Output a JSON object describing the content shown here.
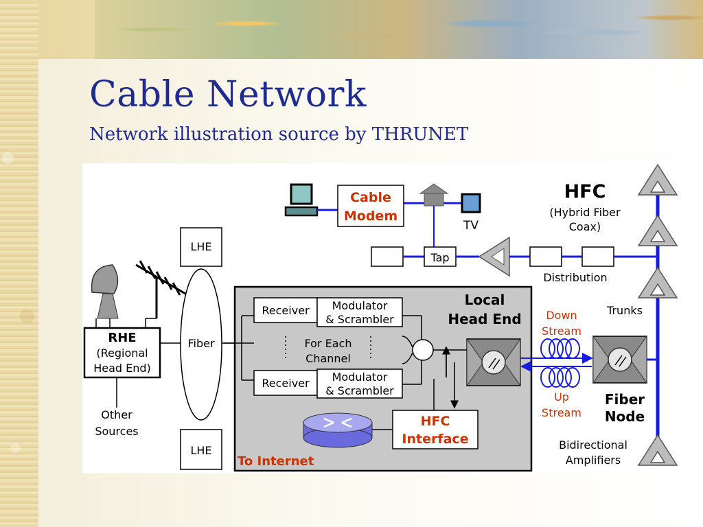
{
  "slide": {
    "title": "Cable Network",
    "subtitle": "Network illustration source by THRUNET"
  },
  "diagram": {
    "cable_modem": [
      "Cable",
      "Modem"
    ],
    "tv": "TV",
    "hfc_title": "HFC",
    "hfc_subtitle": [
      "(Hybrid Fiber",
      "Coax)"
    ],
    "tap": "Tap",
    "distribution": "Distribution",
    "lhe_top": "LHE",
    "lhe_bottom": "LHE",
    "fiber": "Fiber",
    "rhe": [
      "RHE",
      "(Regional",
      "Head End)"
    ],
    "other_sources": [
      "Other",
      "Sources"
    ],
    "receiver_top": "Receiver",
    "receiver_bottom": "Receiver",
    "modulator_top": [
      "Modulator",
      "& Scrambler"
    ],
    "modulator_bottom": [
      "Modulator",
      "& Scrambler"
    ],
    "for_each_channel": [
      "For Each",
      "Channel"
    ],
    "local_head_end": [
      "Local",
      "Head End"
    ],
    "down_stream": [
      "Down",
      "Stream"
    ],
    "up_stream": [
      "Up",
      "Stream"
    ],
    "trunks": "Trunks",
    "fiber_node": [
      "Fiber",
      "Node"
    ],
    "bidirectional_amplifiers": [
      "Bidirectional",
      "Amplifiers"
    ],
    "hfc_interface": [
      "HFC",
      "Interface"
    ],
    "to_internet": "To Internet",
    "colors": {
      "highlight": "#cc3300",
      "link_blue": "#1a1ae6",
      "panel_gray": "#c8c8c8",
      "title_blue": "#1f2b8f"
    }
  }
}
